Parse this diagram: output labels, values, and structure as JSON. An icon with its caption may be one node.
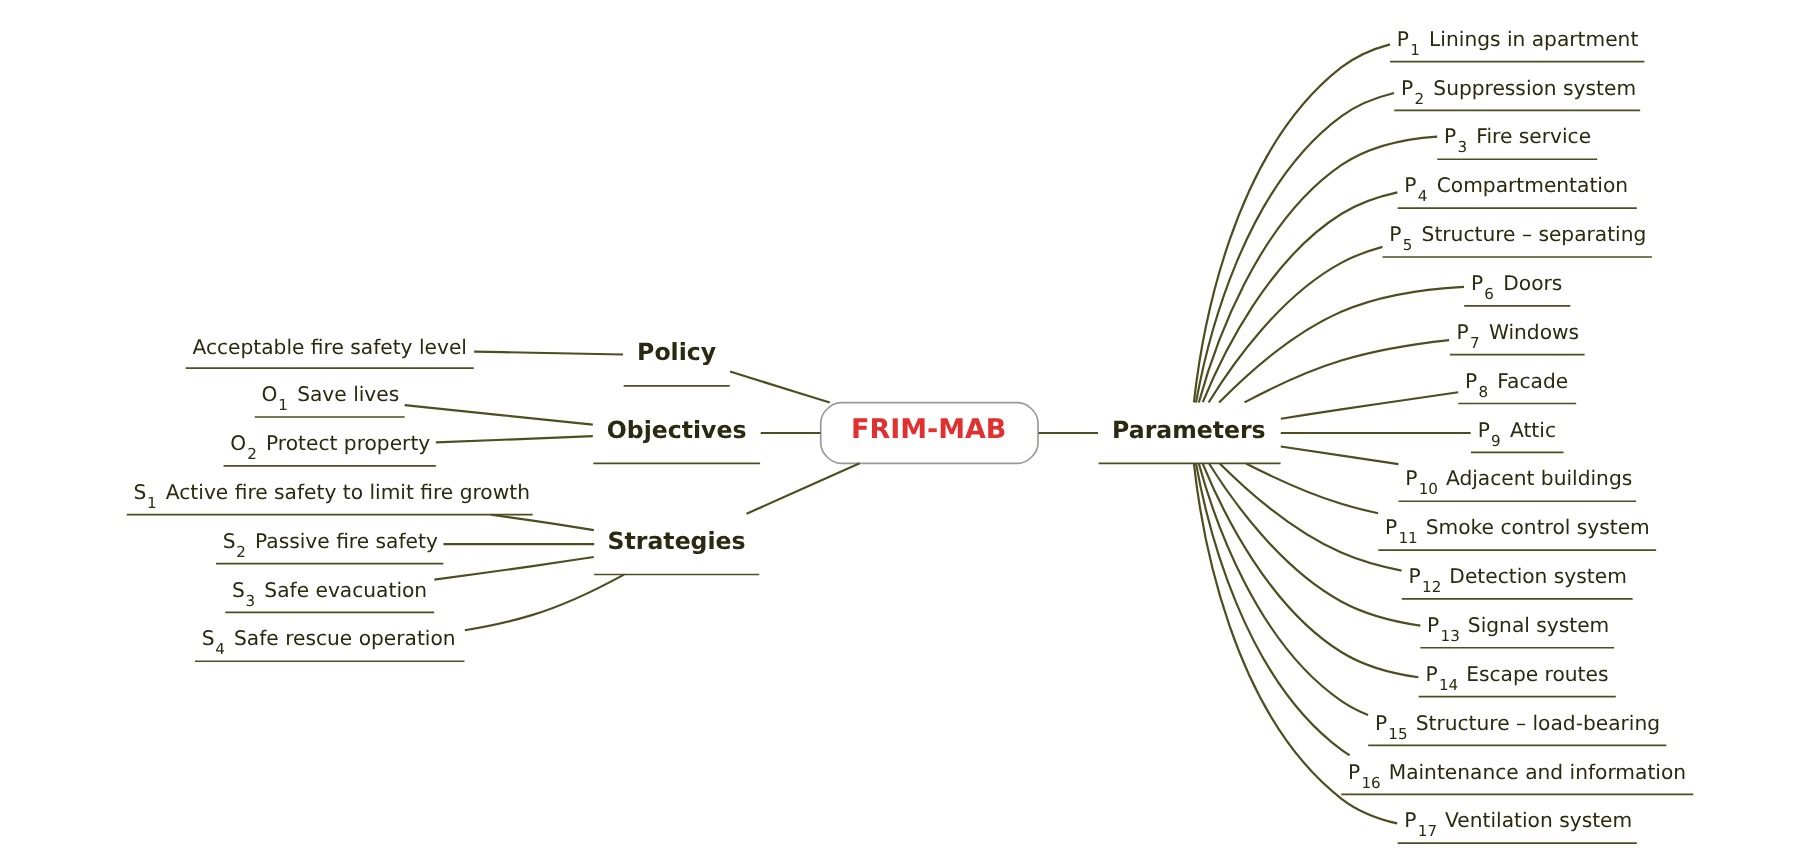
{
  "diagram": {
    "nodes": [
      {
        "text": [
          "FRIM-MAB"
        ]
      },
      {
        "text": [
          "Policy"
        ]
      },
      {
        "text": [
          "Acceptable fire safety level"
        ]
      },
      {
        "text": [
          "Objectives"
        ]
      },
      {
        "text": [
          "O$_{1}$ Save lives"
        ]
      },
      {
        "text": [
          "O$_{2}$ Protect property"
        ]
      },
      {
        "text": [
          "Strategies"
        ]
      },
      {
        "text": [
          "S$_{1}$ Active fire safety to limit fire growth"
        ]
      },
      {
        "text": [
          "S$_{2}$ Passive fire safety"
        ]
      },
      {
        "text": [
          "S$_{3}$ Safe evacuation"
        ]
      },
      {
        "text": [
          "S$_{4}$ Safe rescue operation"
        ]
      },
      {
        "text": [
          "Parameters"
        ]
      },
      {
        "text": [
          "P$_{1}$ Linings in apartment"
        ]
      },
      {
        "text": [
          "P$_{2}$ Suppression system"
        ]
      },
      {
        "text": [
          "P$_{3}$ Fire service"
        ]
      },
      {
        "text": [
          "P$_{4}$ Compartmentation"
        ]
      },
      {
        "text": [
          "P$_{5}$ Structure – separating"
        ]
      },
      {
        "text": [
          "P$_{6}$ Doors"
        ]
      },
      {
        "text": [
          "P$_{7}$ Windows"
        ]
      },
      {
        "text": [
          "P$_{8}$ Facade"
        ]
      },
      {
        "text": [
          "P$_{9}$ Attic"
        ]
      },
      {
        "text": [
          "P$_{10}$ Adjacent buildings"
        ]
      },
      {
        "text": [
          "P$_{11}$ Smoke control system"
        ]
      },
      {
        "text": [
          "P$_{12}$ Detection system"
        ]
      },
      {
        "text": [
          "P$_{13}$ Signal system"
        ]
      },
      {
        "text": [
          "P$_{14}$ Escape routes"
        ]
      },
      {
        "text": [
          "P$_{15}$ Structure – load-bearing"
        ]
      },
      {
        "text": [
          "P$_{16}$ Maintenance and information"
        ]
      },
      {
        "text": [
          "P$_{17}$ Ventilation system"
        ]
      }
    ],
    "edges": [
      {
        "from": 0,
        "to": 1,
        "arrow": "none"
      },
      {
        "from": 1,
        "to": 2,
        "arrow": "none"
      },
      {
        "from": 0,
        "to": 3,
        "arrow": "none"
      },
      {
        "from": 3,
        "to": 4,
        "arrow": "none"
      },
      {
        "from": 3,
        "to": 5,
        "arrow": "none"
      },
      {
        "from": 0,
        "to": 6,
        "arrow": "none"
      },
      {
        "from": 6,
        "to": 7,
        "arrow": "none"
      },
      {
        "from": 6,
        "to": 8,
        "arrow": "none"
      },
      {
        "from": 6,
        "to": 9,
        "arrow": "none"
      },
      {
        "from": 6,
        "to": 10,
        "arrow": "none"
      },
      {
        "from": 0,
        "to": 11,
        "arrow": "none"
      },
      {
        "from": 11,
        "to": 12,
        "arrow": "none"
      },
      {
        "from": 11,
        "to": 13,
        "arrow": "none"
      },
      {
        "from": 11,
        "to": 14,
        "arrow": "none"
      },
      {
        "from": 11,
        "to": 15,
        "arrow": "none"
      },
      {
        "from": 11,
        "to": 16,
        "arrow": "none"
      },
      {
        "from": 11,
        "to": 17,
        "arrow": "none"
      },
      {
        "from": 11,
        "to": 18,
        "arrow": "none"
      },
      {
        "from": 11,
        "to": 19,
        "arrow": "none"
      },
      {
        "from": 11,
        "to": 20,
        "arrow": "none"
      },
      {
        "from": 11,
        "to": 21,
        "arrow": "none"
      },
      {
        "from": 11,
        "to": 22,
        "arrow": "none"
      },
      {
        "from": 11,
        "to": 23,
        "arrow": "none"
      },
      {
        "from": 11,
        "to": 24,
        "arrow": "none"
      },
      {
        "from": 11,
        "to": 25,
        "arrow": "none"
      },
      {
        "from": 11,
        "to": 26,
        "arrow": "none"
      },
      {
        "from": 11,
        "to": 27,
        "arrow": "none"
      },
      {
        "from": 11,
        "to": 28,
        "arrow": "none"
      }
    ]
  }
}
